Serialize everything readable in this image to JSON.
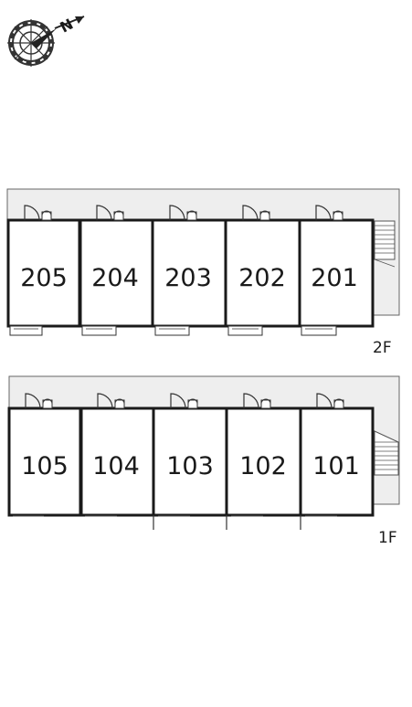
{
  "compass": {
    "north_label": "N",
    "icon": "compass-rose-icon"
  },
  "floors": [
    {
      "id": "2F",
      "label": "2F",
      "units": [
        "205",
        "204",
        "203",
        "202",
        "201"
      ]
    },
    {
      "id": "1F",
      "label": "1F",
      "units": [
        "105",
        "104",
        "103",
        "102",
        "101"
      ]
    }
  ],
  "colors": {
    "corridor": "#eeeeee",
    "wall": "#1a1a1a",
    "line": "#333333"
  }
}
